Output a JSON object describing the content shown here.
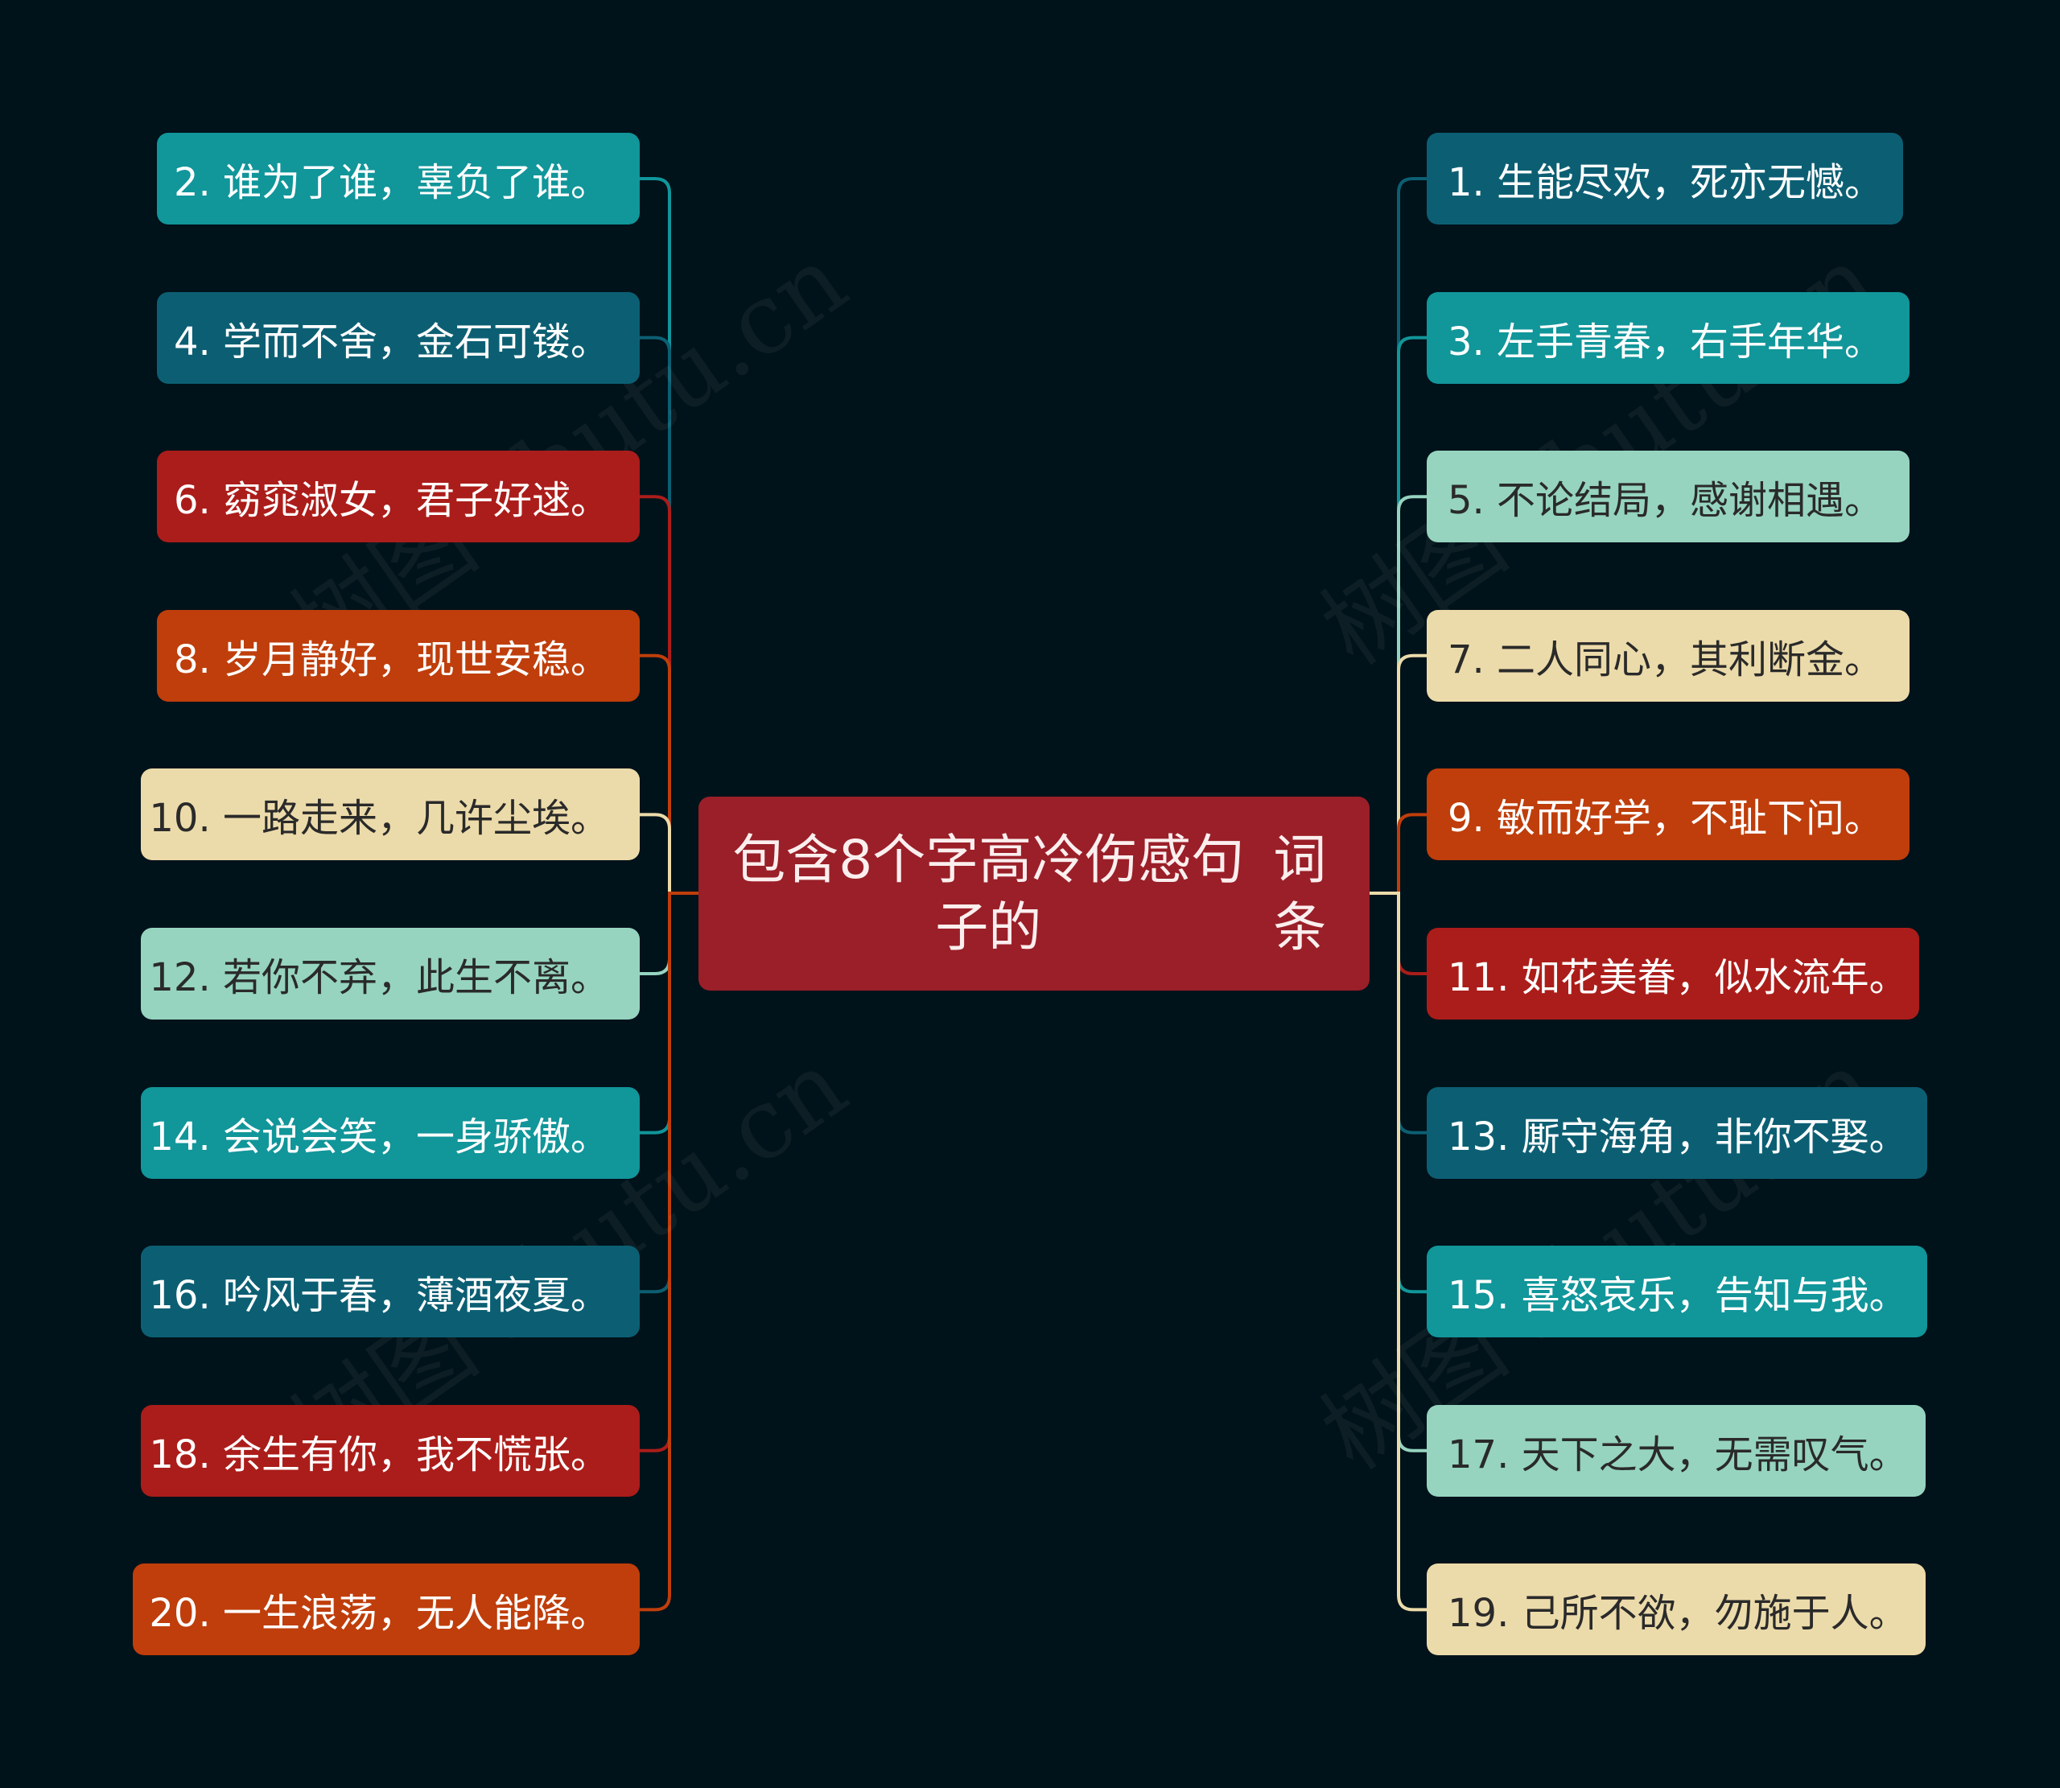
{
  "palette": {
    "background": "#00121a",
    "root": "#9a1f28",
    "teal": "#11969a",
    "dark_teal": "#0c5f73",
    "red": "#ab1d1a",
    "orange": "#bf3e0b",
    "cream": "#ecdbaa",
    "mint": "#96d4bf"
  },
  "root": {
    "line1": "包含8个字高冷伤感句子的",
    "line2": "词条"
  },
  "left": [
    {
      "text": "2. 谁为了谁，辜负了谁。",
      "color": "teal"
    },
    {
      "text": "4. 学而不舍，金石可镂。",
      "color": "dark_teal"
    },
    {
      "text": "6. 窈窕淑女，君子好逑。",
      "color": "red"
    },
    {
      "text": "8. 岁月静好，现世安稳。",
      "color": "orange"
    },
    {
      "text": "10. 一路走来，几许尘埃。",
      "color": "cream"
    },
    {
      "text": "12. 若你不弃，此生不离。",
      "color": "mint"
    },
    {
      "text": "14. 会说会笑，一身骄傲。",
      "color": "teal"
    },
    {
      "text": "16. 吟风于春，薄酒夜夏。",
      "color": "dark_teal"
    },
    {
      "text": "18. 余生有你，我不慌张。",
      "color": "red"
    },
    {
      "text": "20. 一生浪荡，无人能降。",
      "color": "orange"
    }
  ],
  "right": [
    {
      "text": "1. 生能尽欢，死亦无憾。",
      "color": "dark_teal"
    },
    {
      "text": "3. 左手青春，右手年华。",
      "color": "teal"
    },
    {
      "text": "5. 不论结局，感谢相遇。",
      "color": "mint"
    },
    {
      "text": "7. 二人同心，其利断金。",
      "color": "cream"
    },
    {
      "text": "9. 敏而好学，不耻下问。",
      "color": "orange"
    },
    {
      "text": "11. 如花美眷，似水流年。",
      "color": "red"
    },
    {
      "text": "13. 厮守海角，非你不娶。",
      "color": "dark_teal"
    },
    {
      "text": "15. 喜怒哀乐，告知与我。",
      "color": "teal"
    },
    {
      "text": "17. 天下之大，无需叹气。",
      "color": "mint"
    },
    {
      "text": "19. 己所不欲，勿施于人。",
      "color": "cream"
    }
  ],
  "watermark": "树图 shutu.cn"
}
